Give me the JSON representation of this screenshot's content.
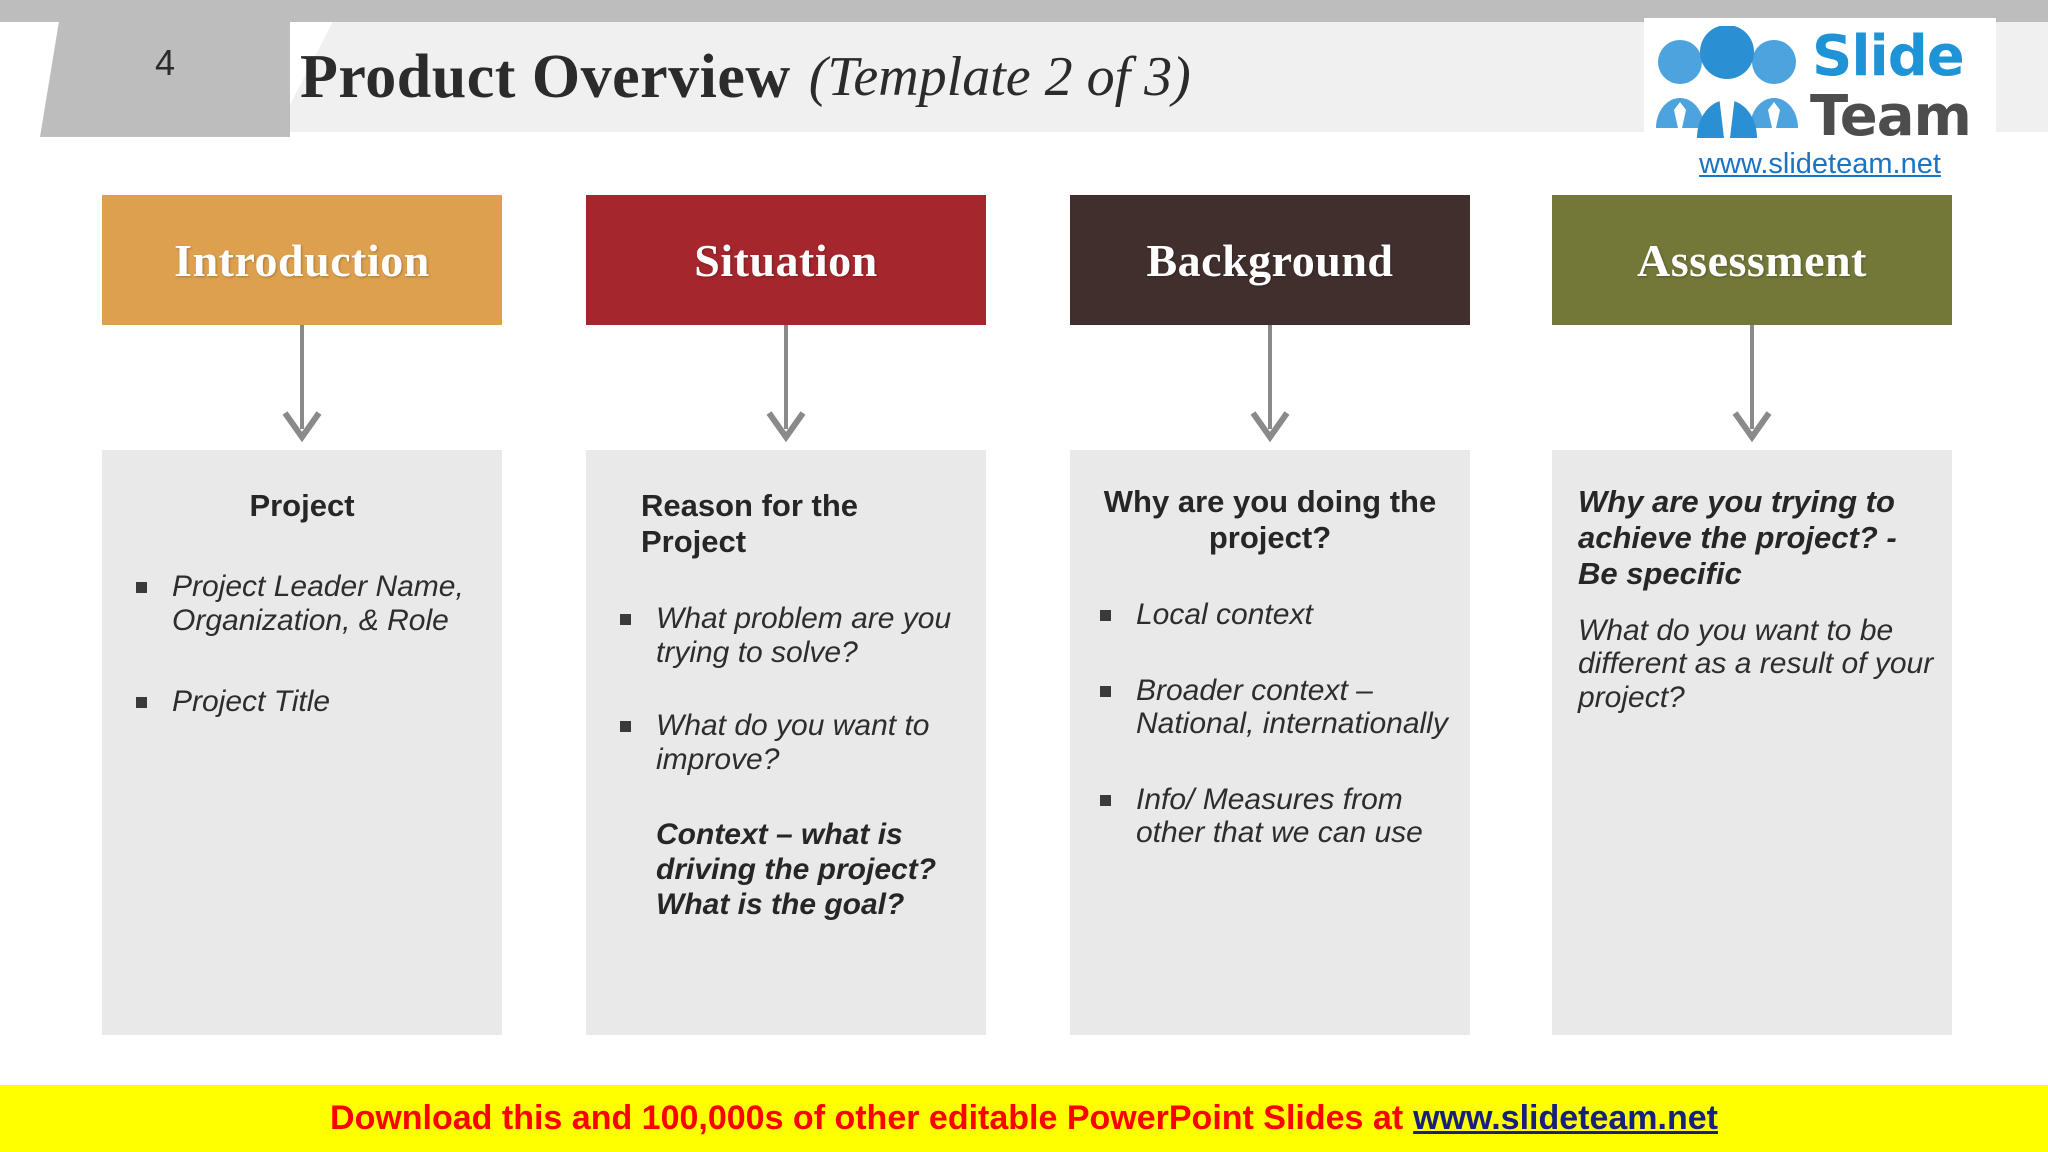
{
  "header": {
    "slide_number": "4",
    "title_main": "Product Overview",
    "title_sub": "(Template 2 of 3)"
  },
  "logo": {
    "word1": "Slide",
    "word2": "Team",
    "url": "www.slideteam.net",
    "blue": "#1e93d6",
    "gray": "#4d4d4d"
  },
  "columns": [
    {
      "header_label": "Introduction",
      "header_color": "#dda04e",
      "panel_title": "Project",
      "panel_title_align": "center",
      "panel_title_style": "bold",
      "bullets": [
        "Project Leader Name, Organization, & Role",
        "Project Title"
      ],
      "note": ""
    },
    {
      "header_label": "Situation",
      "header_color": "#a5262c",
      "panel_title": "Reason for the Project",
      "panel_title_align": "left",
      "panel_title_style": "bold",
      "bullets": [
        "What problem are you trying to solve?",
        "What do you want to improve?"
      ],
      "note": "Context – what is driving the project? What is the goal?"
    },
    {
      "header_label": "Background",
      "header_color": "#412f2d",
      "panel_title": "Why are you doing the project?",
      "panel_title_align": "center",
      "panel_title_style": "bold",
      "bullets": [
        "Local context",
        "Broader context – National, internationally",
        "Info/ Measures from other that we can use"
      ],
      "note": ""
    },
    {
      "header_label": "Assessment",
      "header_color": "#737737",
      "panel_title": "Why are you trying to achieve the project? - Be specific",
      "panel_title_align": "left",
      "panel_title_style": "bold-italic",
      "bullets": [],
      "note_plain": "What do you want to be different as a result of your project?"
    }
  ],
  "footer": {
    "text": "Download this and 100,000s of other editable PowerPoint Slides at",
    "link": "www.slideteam.net",
    "bg": "#ffff00",
    "text_color": "#ff0000",
    "link_color": "#17207a"
  }
}
